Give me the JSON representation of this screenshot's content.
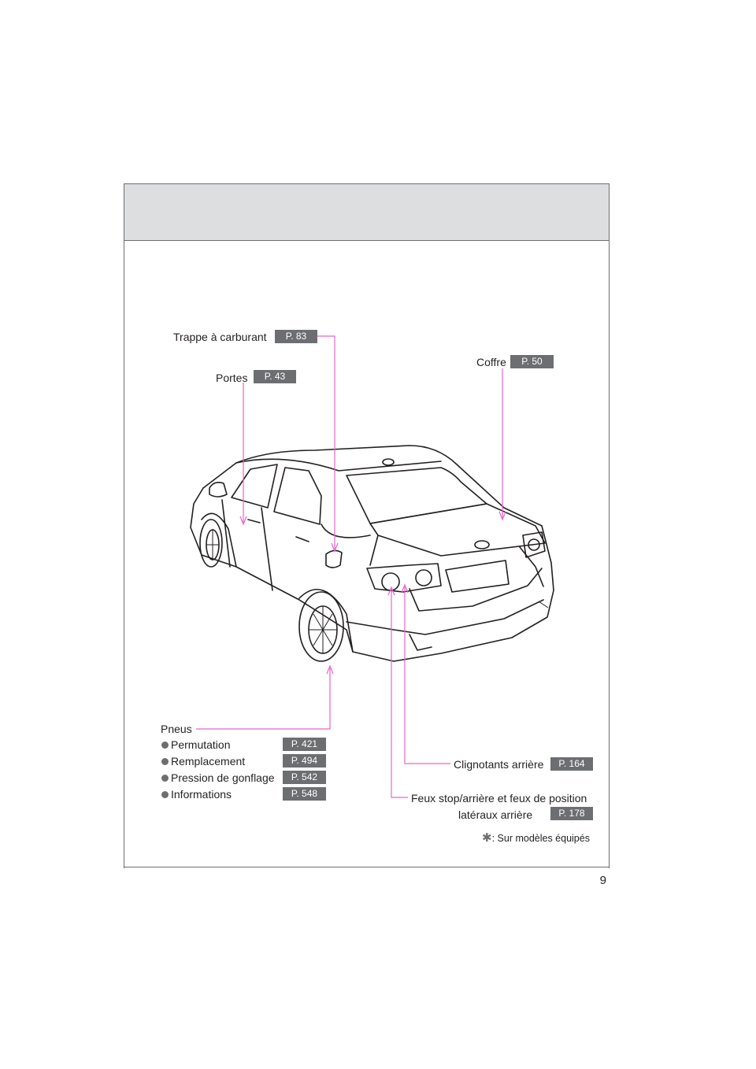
{
  "page": {
    "number": "9",
    "footnote_symbol": "✱",
    "footnote_text": ": Sur modèles équipés"
  },
  "callouts": {
    "fuel_door": {
      "label": "Trappe à carburant",
      "page": "P. 83"
    },
    "doors": {
      "label": "Portes",
      "page": "P. 43"
    },
    "trunk": {
      "label": "Coffre",
      "page": "P. 50"
    },
    "rear_turn": {
      "label": "Clignotants arrière",
      "page": "P. 164"
    },
    "rear_lights": {
      "label_line1": "Feux stop/arrière et feux de position",
      "label_line2": "latéraux arrière",
      "page": "P. 178"
    },
    "tires": {
      "label": "Pneus",
      "items": [
        {
          "label": "Permutation",
          "page": "P. 421"
        },
        {
          "label": "Remplacement",
          "page": "P. 494"
        },
        {
          "label": "Pression de gonflage",
          "page": "P. 542"
        },
        {
          "label": "Informations",
          "page": "P. 548"
        }
      ]
    }
  },
  "colors": {
    "leader_line": "#e866c9",
    "badge": "#6d6e71",
    "header_band": "#dcdedf"
  }
}
